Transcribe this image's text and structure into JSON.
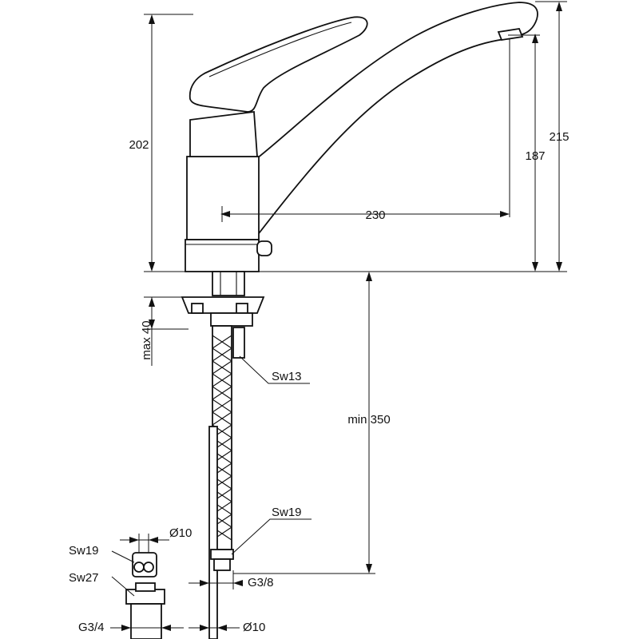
{
  "figure": {
    "type": "technical-drawing",
    "subject": "single-lever faucet",
    "line_color": "#111111",
    "background": "#ffffff"
  },
  "dimensions": {
    "height_body": "202",
    "height_total": "215",
    "height_outlet": "187",
    "spout_reach": "230",
    "deck_thickness": "max 40",
    "hose_length": "min 350"
  },
  "callouts": {
    "nut_on_shank": "Sw13",
    "hose_end_nut": "Sw19",
    "hose_thread": "G3/8",
    "hose_diameter": "Ø10",
    "adapter_nut": "Sw19",
    "adapter_pipe": "Ø10",
    "adapter_body": "Sw27",
    "adapter_thread": "G3/4"
  }
}
